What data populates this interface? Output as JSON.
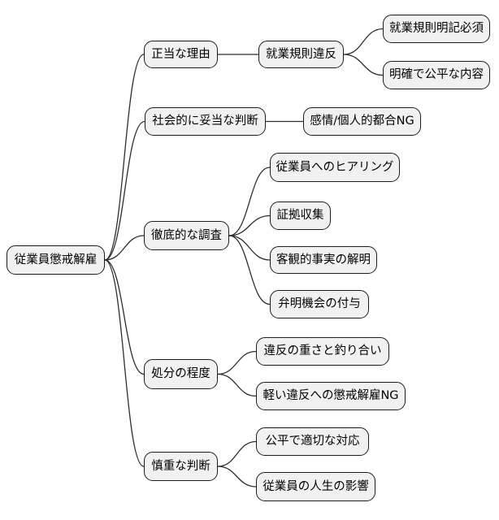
{
  "diagram": {
    "type": "mindmap",
    "background_color": "#ffffff",
    "node_fill_color": "#f1f1f1",
    "node_border_color": "#1c1c1c",
    "edge_color": "#2d2d2d",
    "root_label": "従業員懲戒解雇",
    "nodes": [
      {
        "id": "root",
        "label": "従業員懲戒解雇",
        "parent": null
      },
      {
        "id": "reason",
        "label": "正当な理由",
        "parent": "root"
      },
      {
        "id": "rule-violation",
        "label": "就業規則違反",
        "parent": "reason"
      },
      {
        "id": "rule-written",
        "label": "就業規則明記必須",
        "parent": "rule-violation"
      },
      {
        "id": "rule-clear",
        "label": "明確で公平な内容",
        "parent": "rule-violation"
      },
      {
        "id": "social",
        "label": "社会的に妥当な判断",
        "parent": "root"
      },
      {
        "id": "emotion-ng",
        "label": "感情/個人的都合NG",
        "parent": "social"
      },
      {
        "id": "investigation",
        "label": "徹底的な調査",
        "parent": "root"
      },
      {
        "id": "hearing",
        "label": "従業員へのヒアリング",
        "parent": "investigation"
      },
      {
        "id": "evidence",
        "label": "証拠収集",
        "parent": "investigation"
      },
      {
        "id": "facts",
        "label": "客観的事実の解明",
        "parent": "investigation"
      },
      {
        "id": "defense",
        "label": "弁明機会の付与",
        "parent": "investigation"
      },
      {
        "id": "severity",
        "label": "処分の程度",
        "parent": "root"
      },
      {
        "id": "balance",
        "label": "違反の重さと釣り合い",
        "parent": "severity"
      },
      {
        "id": "minor-ng",
        "label": "軽い違反への懲戒解雇NG",
        "parent": "severity"
      },
      {
        "id": "careful",
        "label": "慎重な判断",
        "parent": "root"
      },
      {
        "id": "fair",
        "label": "公平で適切な対応",
        "parent": "careful"
      },
      {
        "id": "life",
        "label": "従業員の人生の影響",
        "parent": "careful"
      }
    ]
  }
}
